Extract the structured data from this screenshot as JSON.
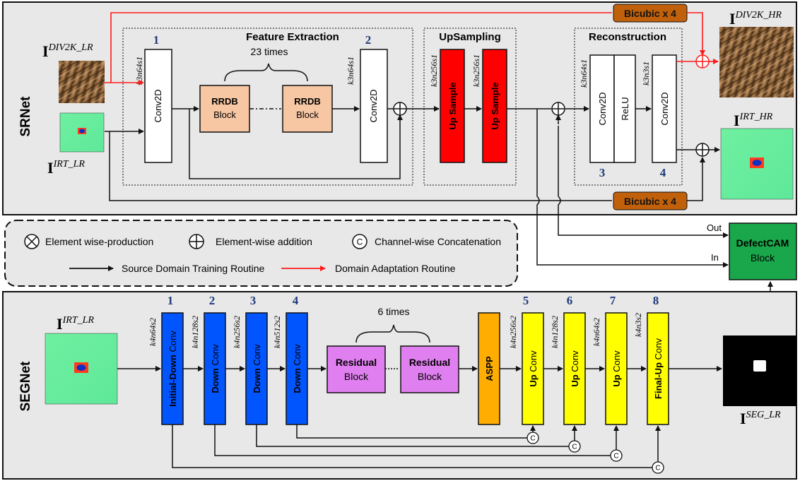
{
  "srnet": {
    "title": "SRNet",
    "feature_extraction": "Feature Extraction",
    "upsampling": "UpSampling",
    "reconstruction": "Reconstruction",
    "repeat_label": "23 times",
    "conv1_num": "1",
    "conv2_num": "2",
    "conv3_num": "3",
    "conv4_num": "4",
    "conv1_param": "k3n64s1",
    "conv2_param": "k3n64s1",
    "up1_param": "k3n256s1",
    "up2_param": "k3n256s1",
    "conv3_param": "k3n64s1",
    "conv4_param": "k3n3s1",
    "conv_label": "Conv2D",
    "relu_label": "ReLU",
    "rrdb_top": "RRDB",
    "rrdb_bottom": "Block",
    "up_label": "Up Sample",
    "bicubic_top": "Bicubic x 4",
    "bicubic_bottom": "Bicubic x 4",
    "in_div2k_main": "I",
    "in_div2k_sup": "DIV2K_LR",
    "in_irt_main": "I",
    "in_irt_sup": "IRT_LR",
    "out_div2k_main": "I",
    "out_div2k_sup": "DIV2K_HR",
    "out_irt_main": "I",
    "out_irt_sup": "IRT_HR"
  },
  "legend": {
    "otimes_label": "Element wise-production",
    "oplus_label": "Element-wise addition",
    "concat_label": "Channel-wise Concatenation",
    "concat_symbol": "C",
    "source_route": "Source Domain Training Routine",
    "adapt_route": "Domain Adaptation Routine"
  },
  "defectcam": {
    "line1": "DefectCAM",
    "line2": "Block",
    "out_label": "Out",
    "in_label1": "In",
    "in_label2": "In"
  },
  "segnet": {
    "title": "SEGNet",
    "repeat_label": "6 times",
    "in_main": "I",
    "in_sup": "IRT_LR",
    "out_main": "I",
    "out_sup": "SEG_LR",
    "nums": [
      "1",
      "2",
      "3",
      "4",
      "5",
      "6",
      "7",
      "8"
    ],
    "params": [
      "k4n64s2",
      "k4n128s2",
      "k4n256s2",
      "k4n512s2",
      "k4n256s2",
      "k4n128s2",
      "k4n64s2",
      "k4n3s2"
    ],
    "block1_bold": "Initial-Down",
    "block1_rest": " Conv",
    "down_bold": "Down",
    "down_rest": " Conv",
    "up_bold": "Up",
    "up_rest": " Conv",
    "block8_bold": "Final-Up",
    "block8_rest": " Conv",
    "residual_top": "Residual",
    "residual_bottom": "Block",
    "aspp": "ASPP"
  },
  "colors": {
    "rrdb": "#f7c6a3",
    "upsample": "#ff0000",
    "bicubic": "#c0600a",
    "down": "#0055ff",
    "up": "#ffff00",
    "aspp": "#ffad00",
    "residual": "#e080f0",
    "defectcam": "#1aa64a",
    "red_line": "#ff1a1a",
    "title_num": "#1f3a7a"
  }
}
